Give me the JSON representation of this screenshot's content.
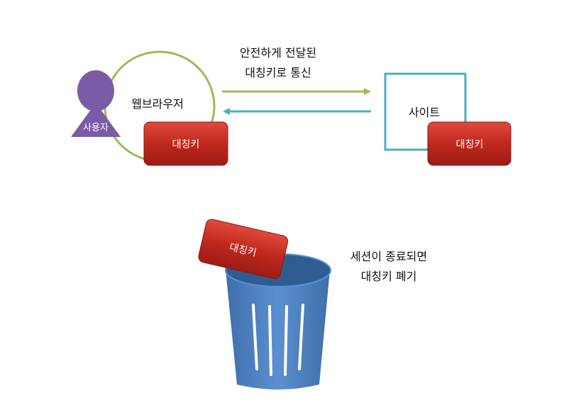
{
  "diagram": {
    "user_label": "사용자",
    "browser_label": "웹브라우저",
    "site_label": "사이트",
    "browser_key_label": "대칭키",
    "site_key_label": "대칭키",
    "trash_key_label": "대칭키",
    "arrow_caption": [
      "안전하게 전달된",
      "대칭키로 통신"
    ],
    "session_caption": [
      "세션이 종료되면",
      "대칭키 폐기"
    ]
  },
  "colors": {
    "user": "#7b5ba6",
    "browser_circle": "#9bbb59",
    "arrow_green": "#9bbb59",
    "arrow_cyan": "#4bacc6",
    "site_box": "#4bacc6",
    "key": "#c0281e",
    "trash": "#4f81bd"
  }
}
